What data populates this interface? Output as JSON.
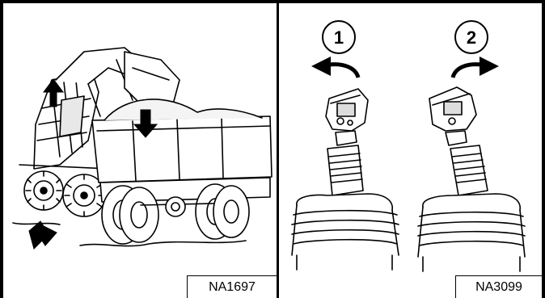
{
  "figures": [
    {
      "label": "NA1697",
      "subject": "skid steer loader lifting bucket over dump truck"
    },
    {
      "label": "NA3099",
      "subject": "joystick control handles",
      "callouts": [
        "1",
        "2"
      ]
    }
  ]
}
